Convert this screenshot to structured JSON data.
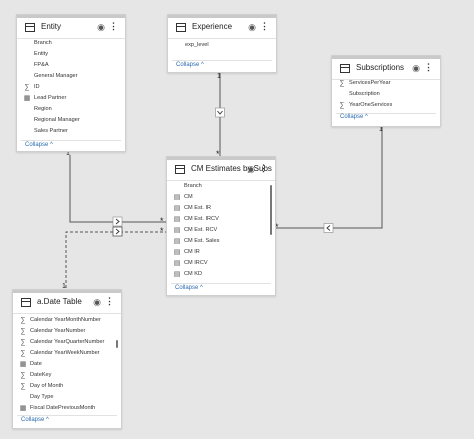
{
  "tables": {
    "entity": {
      "title": "Entity",
      "fields": [
        {
          "label": "Branch",
          "icon": ""
        },
        {
          "label": "Entity",
          "icon": ""
        },
        {
          "label": "FP&A",
          "icon": ""
        },
        {
          "label": "General Manager",
          "icon": ""
        },
        {
          "label": "ID",
          "icon": "sigma-icon"
        },
        {
          "label": "Lead Partner",
          "icon": "calendar-icon"
        },
        {
          "label": "Region",
          "icon": ""
        },
        {
          "label": "Regional Manager",
          "icon": ""
        },
        {
          "label": "Sales Partner",
          "icon": ""
        }
      ],
      "collapse": "Collapse ^"
    },
    "experience": {
      "title": "Experience",
      "fields": [
        {
          "label": "exp_level",
          "icon": ""
        }
      ],
      "collapse": "Collapse ^"
    },
    "subscriptions": {
      "title": "Subscriptions",
      "fields": [
        {
          "label": "ServicesPerYear",
          "icon": "sigma-icon"
        },
        {
          "label": "Subscription",
          "icon": ""
        },
        {
          "label": "YearOneServices",
          "icon": "sigma-icon"
        }
      ],
      "collapse": "Collapse ^"
    },
    "cm": {
      "title": "CM Estimates by Subs",
      "fields": [
        {
          "label": "Branch",
          "icon": ""
        },
        {
          "label": "CM",
          "icon": "measure-icon"
        },
        {
          "label": "CM Est. IR",
          "icon": "measure-icon"
        },
        {
          "label": "CM Est. IRCV",
          "icon": "measure-icon"
        },
        {
          "label": "CM Est. RCV",
          "icon": "measure-icon"
        },
        {
          "label": "CM Est. Sales",
          "icon": "measure-icon"
        },
        {
          "label": "CM IR",
          "icon": "measure-icon"
        },
        {
          "label": "CM IRCV",
          "icon": "measure-icon"
        },
        {
          "label": "CM KD",
          "icon": "measure-icon"
        }
      ],
      "collapse": "Collapse ^"
    },
    "date": {
      "title": "a.Date Table",
      "fields": [
        {
          "label": "Calendar YearMonthNumber",
          "icon": "sigma-icon"
        },
        {
          "label": "Calendar YearNumber",
          "icon": "sigma-icon"
        },
        {
          "label": "Calendar YearQuarterNumber",
          "icon": "sigma-icon"
        },
        {
          "label": "Calendar YearWeekNumber",
          "icon": "sigma-icon"
        },
        {
          "label": "Date",
          "icon": "calendar-icon"
        },
        {
          "label": "DateKey",
          "icon": "sigma-icon"
        },
        {
          "label": "Day of Month",
          "icon": "sigma-icon"
        },
        {
          "label": "Day Type",
          "icon": ""
        },
        {
          "label": "Fiscal DatePreviousMonth",
          "icon": "calendar-icon"
        }
      ],
      "collapse": "Collapse ^"
    }
  },
  "relationships": {
    "one": "1",
    "many": "*"
  },
  "icons": {
    "sigma-icon": "∑",
    "calendar-icon": "▦",
    "measure-icon": "▤",
    "eye": "◉",
    "more": "⋮",
    "chevron": "❮"
  },
  "colors": {
    "canvas": "#e6e6e6",
    "card": "#ffffff",
    "line": "#555555",
    "link": "#2b6cb0"
  }
}
